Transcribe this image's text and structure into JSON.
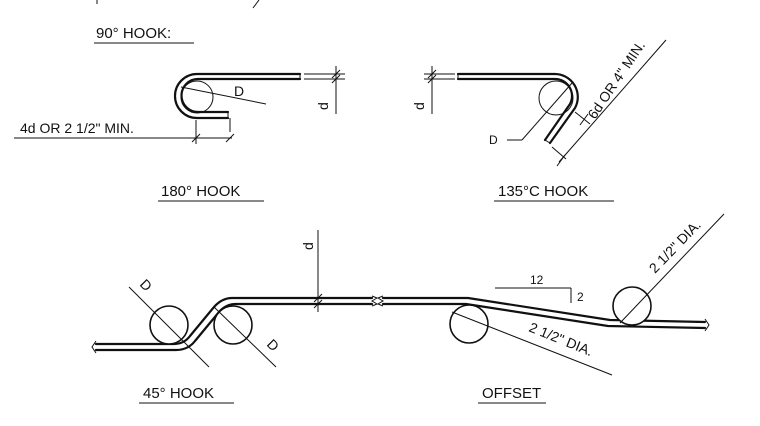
{
  "figures": {
    "hook_90": {
      "title": "90° HOOK:"
    },
    "hook_180": {
      "title": "180° HOOK",
      "bend_dia_label": "D",
      "bar_dia_label": "d",
      "extension_label": "4d OR 2 1/2\" MIN."
    },
    "hook_135": {
      "title": "135°C HOOK",
      "bend_dia_label": "D",
      "bar_dia_label": "d",
      "extension_label": "6d OR 4\" MIN."
    },
    "hook_45": {
      "title": "45° HOOK",
      "bend_dia_label_left": "D",
      "bend_dia_label_right": "D",
      "bar_dia_label": "d"
    },
    "offset": {
      "title": "OFFSET",
      "slope_run": "12",
      "slope_rise": "2",
      "pin_dia_label_lower": "2 1/2\" DIA.",
      "pin_dia_label_upper": "2 1/2\" DIA."
    }
  },
  "colors": {
    "line": "#111111",
    "background": "#ffffff"
  }
}
